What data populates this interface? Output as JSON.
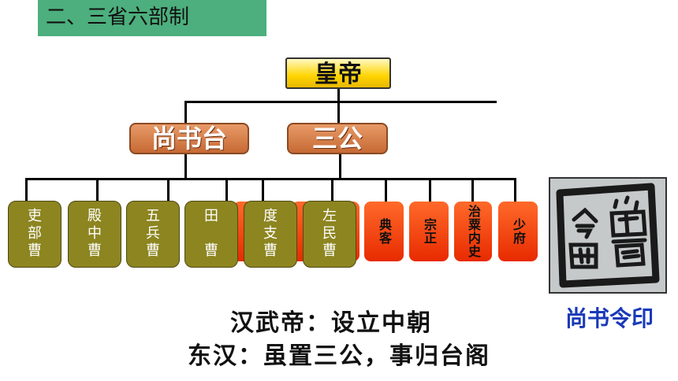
{
  "title": "二、三省六部制",
  "top": "皇帝",
  "level2": [
    "尚书台",
    "三公"
  ],
  "cao": [
    [
      "吏",
      "部",
      "曹"
    ],
    [
      "殿",
      "中",
      "曹"
    ],
    [
      "五",
      "兵",
      "曹"
    ],
    [
      "田",
      "",
      "曹"
    ],
    [
      "度",
      "支",
      "曹"
    ],
    [
      "左",
      "民",
      "曹"
    ]
  ],
  "other_offices": [
    "典客",
    "宗正",
    "治粟内史",
    "少府"
  ],
  "seal": {
    "caption": "尚书令印",
    "glyph_text": "尚书令印"
  },
  "captions": [
    "汉武帝：设立中朝",
    "东汉：虽置三公，事归台阁"
  ],
  "colors": {
    "title_bg": "#4caf7d",
    "emperor": "#ffd400",
    "level2": "#c66a35",
    "red": "#e82a00",
    "olive": "#8c8520",
    "seal_caption": "#1a39b8"
  }
}
